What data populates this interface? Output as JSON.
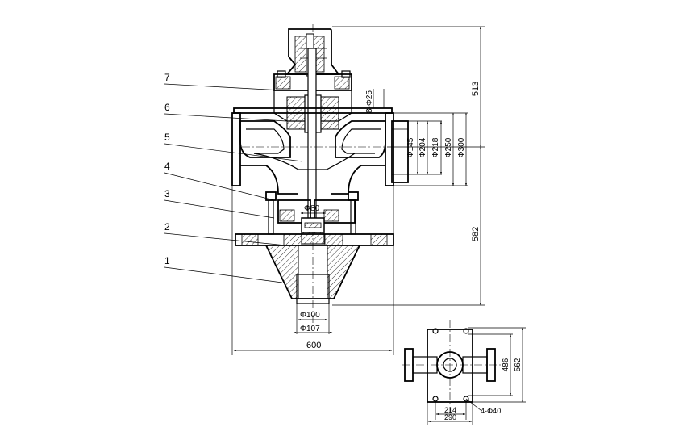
{
  "part_labels": [
    "7",
    "6",
    "5",
    "4",
    "3",
    "2",
    "1"
  ],
  "dimensions": {
    "height_upper": "513",
    "height_lower": "582",
    "bolt_holes_top": "8-Φ25",
    "bore_145": "Φ145",
    "bore_204": "Φ204",
    "bore_218": "Φ218",
    "bore_250": "Φ250",
    "bore_300": "Φ300",
    "seat_80": "Φ80",
    "outlet_100": "Φ100",
    "outlet_107": "Φ107",
    "overall_width": "600"
  },
  "plan_view": {
    "dim_486": "486",
    "dim_562": "562",
    "dim_214": "214",
    "dim_290": "290",
    "holes": "4-Φ40"
  }
}
